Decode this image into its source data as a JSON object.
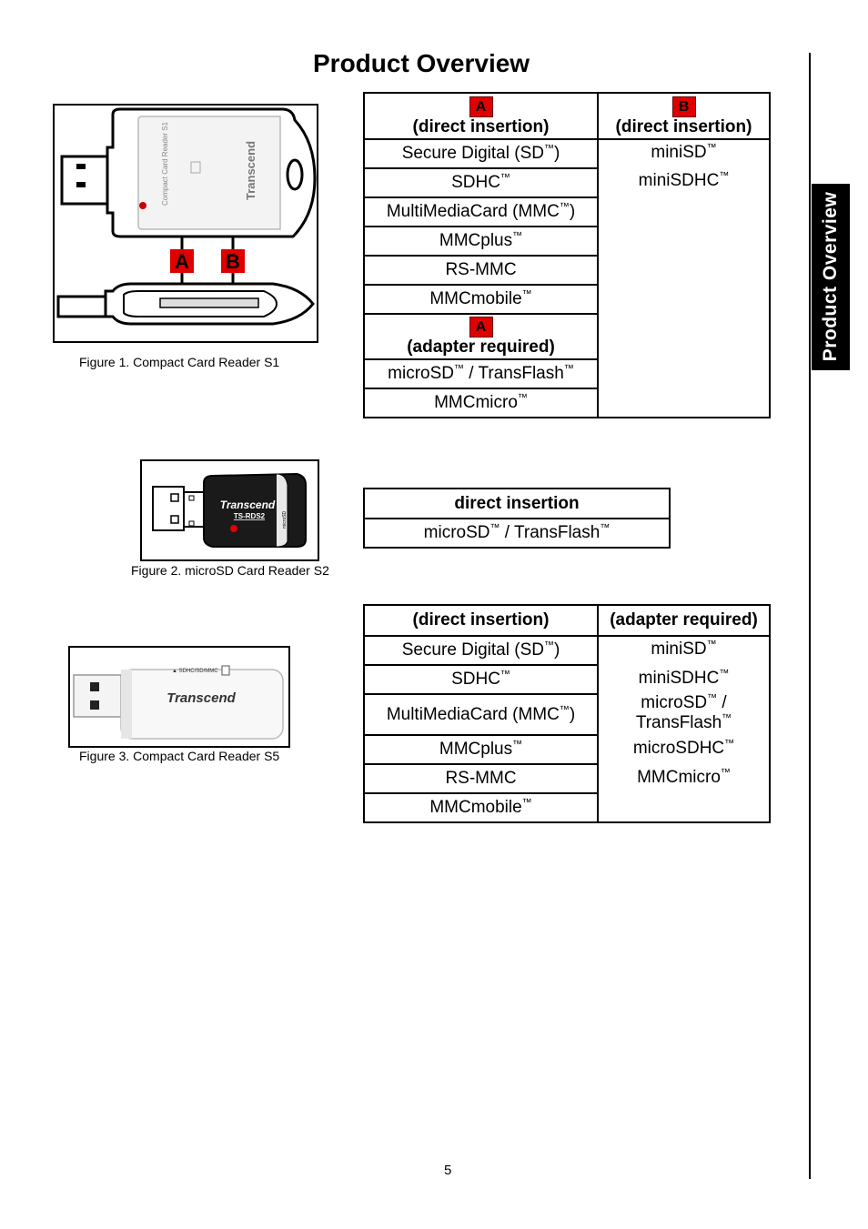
{
  "title": "Product Overview",
  "side_tab": "Product Overview",
  "page_number": "5",
  "tm": "™",
  "figures": {
    "s1": {
      "caption": "Figure 1. Compact Card Reader S1",
      "label_a": "A",
      "label_b": "B",
      "device_text": "Compact Card Reader S1",
      "brand": "Transcend"
    },
    "s2": {
      "caption": "Figure 2. microSD Card Reader S2",
      "brand": "Transcend",
      "model": "TS-RDS2",
      "side_text": "microSD"
    },
    "s5": {
      "caption": "Figure 3. Compact Card Reader S5",
      "brand": "Transcend",
      "slot_text": "▲ SDHC/SD/MMC"
    }
  },
  "table1": {
    "badge_a": "A",
    "badge_b": "B",
    "col_a_header": "(direct insertion)",
    "col_b_header": "(direct insertion)",
    "col_a_rows": [
      "Secure Digital (SD",
      "SDHC",
      "MultiMediaCard (MMC",
      "MMCplus",
      "RS-MMC",
      "MMCmobile"
    ],
    "col_b_rows": [
      "miniSD",
      "miniSDHC"
    ],
    "adapter_badge": "A",
    "adapter_header": "(adapter required)",
    "adapter_rows": [
      "microSD",
      " / TransFlash",
      "MMCmicro"
    ]
  },
  "table2": {
    "header": "direct insertion",
    "row_part1": "microSD",
    "row_part2": " / TransFlash"
  },
  "table3": {
    "col_a_header": "(direct insertion)",
    "col_b_header": "(adapter required)",
    "col_a_rows": [
      "Secure Digital (SD",
      "SDHC",
      "MultiMediaCard (MMC",
      "MMCplus",
      "RS-MMC",
      "MMCmobile"
    ],
    "col_b_rows": [
      "miniSD",
      "miniSDHC",
      "microSD",
      " /",
      "TransFlash",
      "microSDHC",
      "MMCmicro"
    ]
  },
  "closing_paren": ")"
}
